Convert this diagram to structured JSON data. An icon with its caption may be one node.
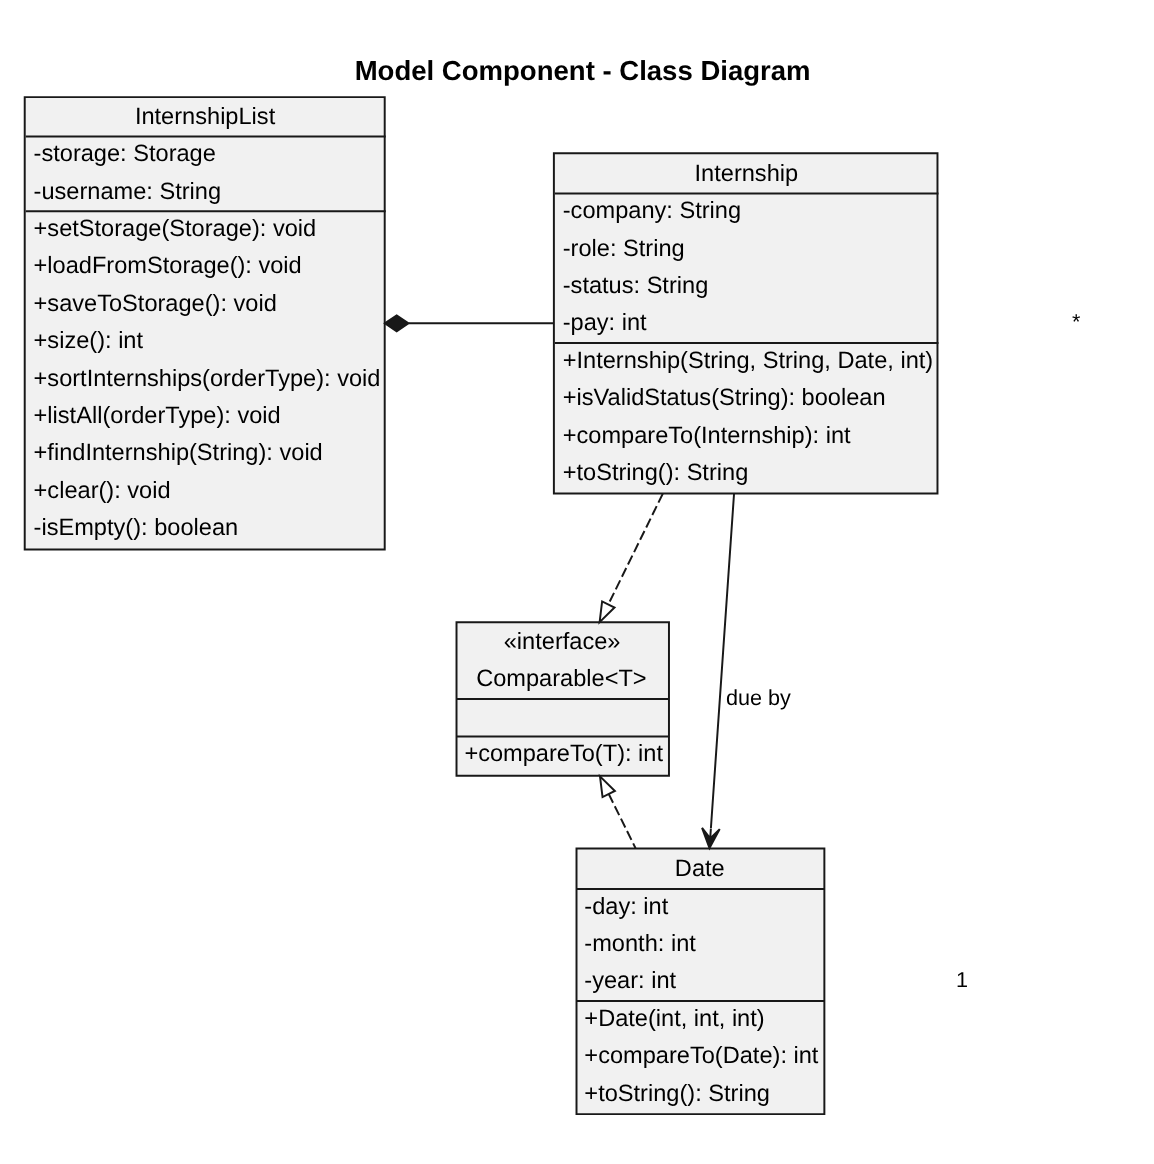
{
  "diagram": {
    "title": "Model Component - Class Diagram",
    "nodes": [
      {
        "text": [
          "InternshipList",
          "-storage: Storage",
          "-username: String",
          "+setStorage(Storage): void",
          "+loadFromStorage(): void",
          "+saveToStorage(): void",
          "+size(): int",
          "+sortInternships(orderType): void",
          "+listAll(orderType): void",
          "+findInternship(String): void",
          "+clear(): void",
          "-isEmpty(): boolean"
        ]
      },
      {
        "text": [
          "Internship",
          "-company: String",
          "-role: String",
          "-status: String",
          "-pay: int",
          "+Internship(String, String, Date, int)",
          "+isValidStatus(String): boolean",
          "+compareTo(Internship): int",
          "+toString(): String"
        ]
      },
      {
        "text": [
          "«interface»",
          "Comparable<T>",
          "+compareTo(T): int"
        ]
      },
      {
        "text": [
          "Date",
          "-day: int",
          "-month: int",
          "-year: int",
          "+Date(int, int, int)",
          "+compareTo(Date): int",
          "+toString(): String"
        ]
      }
    ],
    "edges": [
      {
        "from": 0,
        "to": 1,
        "arrow": "other"
      },
      {
        "from": 1,
        "to": 2,
        "arrow": "to",
        "style": "dashed"
      },
      {
        "from": 3,
        "to": 2,
        "arrow": "to",
        "style": "dashed"
      },
      {
        "from": 1,
        "to": 3,
        "arrow": "to",
        "label": "due by"
      }
    ],
    "labels": [
      "*",
      "1"
    ]
  }
}
